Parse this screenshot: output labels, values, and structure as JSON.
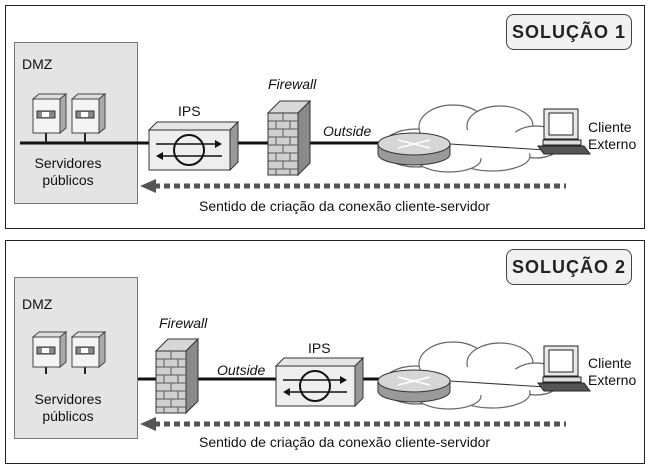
{
  "panels": [
    {
      "title": "SOLUÇÃO 1",
      "zone_label": "DMZ",
      "servers_label": [
        "Servidores",
        "públicos"
      ],
      "firewall_label": "Firewall",
      "ips_label": "IPS",
      "outside_label": "Outside",
      "client_label": [
        "Cliente",
        "Externo"
      ],
      "arrow_caption": "Sentido de criação da conexão cliente-servidor"
    },
    {
      "title": "SOLUÇÃO 2",
      "zone_label": "DMZ",
      "servers_label": [
        "Servidores",
        "públicos"
      ],
      "firewall_label": "Firewall",
      "ips_label": "IPS",
      "outside_label": "Outside",
      "client_label": [
        "Cliente",
        "Externo"
      ],
      "arrow_caption": "Sentido de criação da conexão cliente-servidor"
    }
  ]
}
